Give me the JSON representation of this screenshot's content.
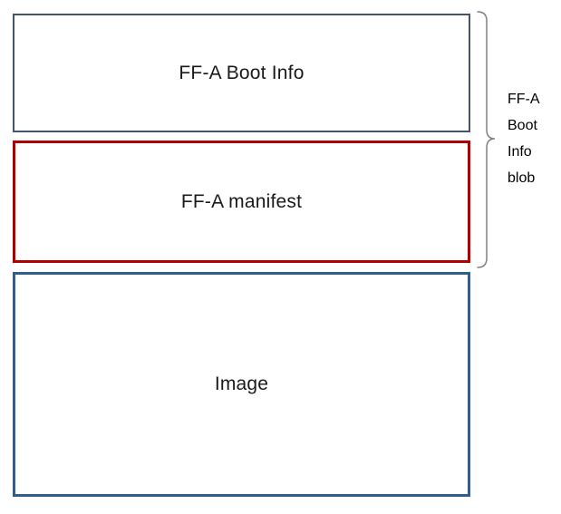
{
  "diagram": {
    "boxes": [
      {
        "label": "FF-A Boot Info",
        "border_color": "#44546a"
      },
      {
        "label": "FF-A manifest",
        "border_color": "#b00000"
      },
      {
        "label": "Image",
        "border_color": "#2f5d8c"
      }
    ],
    "brace": {
      "color": "#808080",
      "label_lines": [
        "FF-A",
        "Boot",
        "Info",
        "blob"
      ]
    }
  }
}
